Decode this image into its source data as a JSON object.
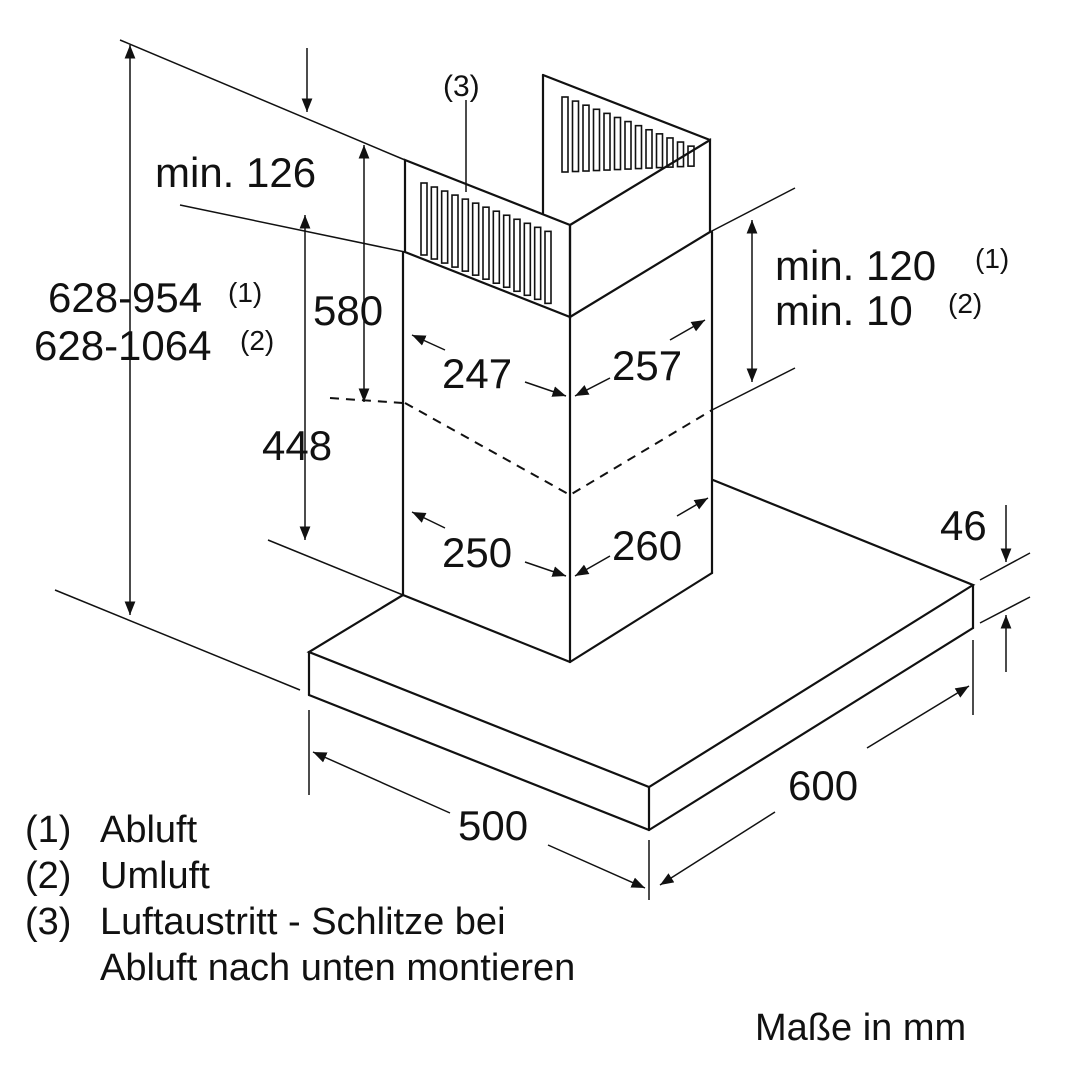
{
  "dimensions": {
    "total_height_1": "628-954",
    "total_height_2": "628-1064",
    "sup_1": "(1)",
    "sup_2": "(2)",
    "min_top": "min. 126",
    "upper_chimney": "580",
    "lower_chimney": "448",
    "upper_width": "247",
    "upper_depth": "257",
    "lower_width": "250",
    "lower_depth": "260",
    "clearance_1": "min. 120",
    "clearance_2": "min. 10",
    "hood_thickness": "46",
    "hood_depth": "500",
    "hood_width": "600",
    "slots_callout": "(3)"
  },
  "legend": [
    {
      "key": "(1)",
      "text": "Abluft"
    },
    {
      "key": "(2)",
      "text": "Umluft"
    },
    {
      "key": "(3)",
      "text": "Luftaustritt - Schlitze bei"
    },
    {
      "key": "",
      "text": "Abluft nach unten montieren"
    }
  ],
  "units_note": "Maße in mm"
}
